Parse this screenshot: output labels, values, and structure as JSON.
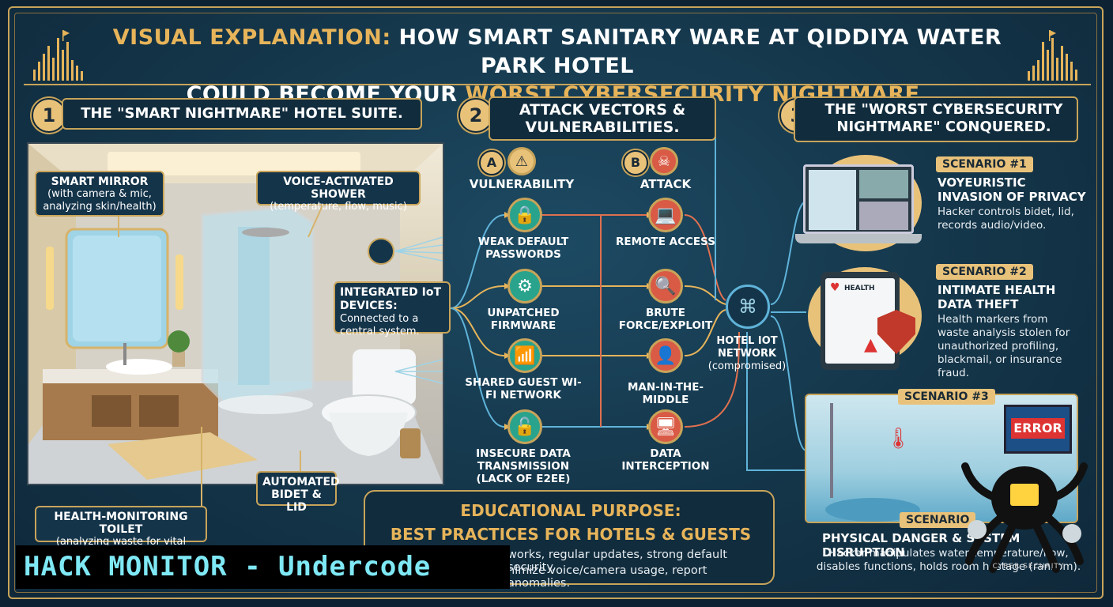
{
  "title": {
    "line1_gold": "VISUAL EXPLANATION:",
    "line1_rest": " HOW SMART SANITARY WARE AT QIDDIYA WATER PARK HOTEL",
    "line2_start": "COULD BECOME YOUR ",
    "line2_gold": "WORST CYBERSECURITY NIGHTMARE."
  },
  "section1": {
    "number": "1",
    "title": "THE \"SMART NIGHTMARE\" HOTEL SUITE.",
    "callouts": {
      "mirror_title": "SMART MIRROR",
      "mirror_text": "(with camera & mic, analyzing skin/health)",
      "shower_title": "VOICE-ACTIVATED SHOWER",
      "shower_text": "(temperature, flow, music)",
      "iot_title": "INTEGRATED IoT DEVICES:",
      "iot_text": "Connected to a central system.",
      "bidet_title": "AUTOMATED BIDET & LID",
      "toilet_title": "HEALTH-MONITORING TOILET",
      "toilet_text": "(analyzing waste for vital signs)"
    }
  },
  "section2": {
    "number": "2",
    "title": "ATTACK VECTORS & VULNERABILITIES.",
    "col_a_letter": "A",
    "col_a_label": "VULNERABILITY",
    "col_b_letter": "B",
    "col_b_label": "ATTACK",
    "vulnerabilities": [
      {
        "label": "WEAK DEFAULT PASSWORDS",
        "icon": "lock-icon"
      },
      {
        "label": "UNPATCHED FIRMWARE",
        "icon": "gear-icon"
      },
      {
        "label": "SHARED GUEST WI-FI NETWORK",
        "icon": "wifi-icon"
      },
      {
        "label": "INSECURE DATA TRANSMISSION (lack of E2EE)",
        "icon": "open-lock-icon"
      }
    ],
    "attacks": [
      {
        "label": "REMOTE ACCESS",
        "icon": "laptop-icon"
      },
      {
        "label": "BRUTE FORCE/EXPLOIT",
        "icon": "magnifier-icon"
      },
      {
        "label": "MAN-IN-THE-MIDDLE",
        "icon": "person-icon"
      },
      {
        "label": "DATA INTERCEPTION",
        "icon": "monitor-icon"
      }
    ],
    "hub_title": "HOTEL IoT NETWORK",
    "hub_sub": "(compromised)"
  },
  "section3": {
    "number": "3",
    "title": "THE \"WORST CYBERSECURITY NIGHTMARE\" CONQUERED.",
    "scenarios": [
      {
        "tag": "SCENARIO #1",
        "title": "VOYEURISTIC INVASION OF PRIVACY",
        "text": "Hacker controls bidet, lid, records audio/video."
      },
      {
        "tag": "SCENARIO #2",
        "title": "INTIMATE HEALTH DATA THEFT",
        "text": "Health markers from waste analysis stolen for unauthorized profiling, blackmail, or insurance fraud."
      },
      {
        "tag": "SCENARIO #3",
        "title": "PHYSICAL DANGER & SYSTEM DISRUPTION",
        "text": "Hacker manipulates water temperature/flow, disables functions, holds room hostage (ransom)."
      }
    ],
    "tablet_label": "HEALTH",
    "error_label": "ERROR",
    "scenario4_tag": "SCENARIO"
  },
  "education": {
    "title1": "EDUCATIONAL PURPOSE:",
    "title2": "BEST PRACTICES FOR HOTELS & GUESTS",
    "line1": "works, regular updates, strong default security.",
    "line2": "nimize voice/camera usage, report anomalies."
  },
  "watermark": {
    "text": "HACK MONITOR - Undercode",
    "logo_sub": "CYBER SECURITY"
  },
  "colors": {
    "gold": "#c8a45a",
    "teal": "#2aa38c",
    "red": "#d95a45",
    "blue_line": "#5fb3d9",
    "bg": "#143549"
  }
}
